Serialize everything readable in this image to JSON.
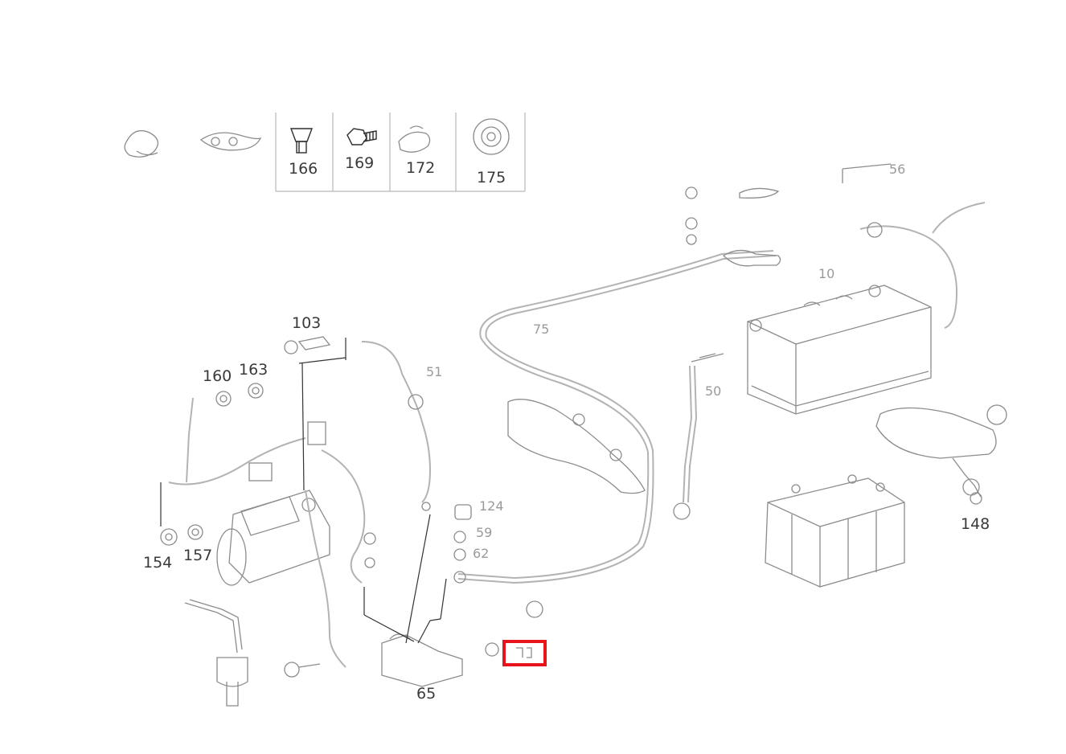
{
  "diagram": {
    "top_strip_labels": [
      "166",
      "169",
      "172",
      "175"
    ],
    "labels": {
      "l103": "103",
      "l160": "160",
      "l163": "163",
      "l154": "154",
      "l157": "157",
      "l65": "65",
      "l148": "148",
      "l10": "10",
      "l75": "75",
      "l124": "124",
      "l59": "59",
      "l50": "50",
      "l56": "56",
      "l62": "62",
      "l51": "51"
    },
    "highlight_color": "#e8141b"
  }
}
